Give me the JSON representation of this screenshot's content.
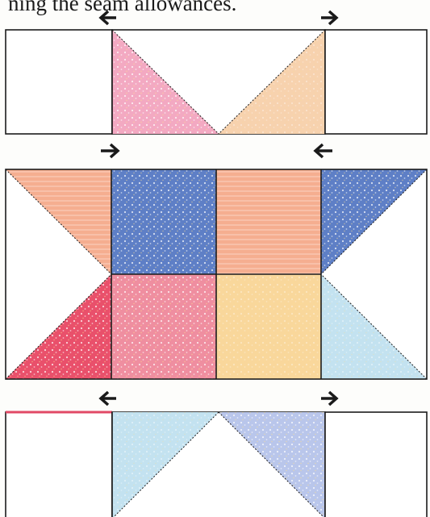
{
  "caption": "ning the seam allowances.",
  "arrow_glyphs": {
    "left": "left-arrow",
    "right": "right-arrow"
  },
  "colors": {
    "outline": "#1c1c1c",
    "pink": "#f3a9c2",
    "peach": "#f7d2ae",
    "salmon": "#f5ae90",
    "blue": "#5e7fc6",
    "red_pink": "#e9506b",
    "rose": "#ef8ea0",
    "yellow": "#f9d79b",
    "light_blue": "#c3e2f0",
    "periwinkle": "#b9c6eb"
  },
  "rows": [
    {
      "name": "top-row",
      "arrows": [
        "left",
        "right"
      ],
      "units": [
        "plain",
        "flying-geese",
        "plain"
      ]
    },
    {
      "name": "middle-row",
      "arrows": [
        "right",
        "left"
      ],
      "units": [
        "hst-stack",
        "squares-stack",
        "hst-stack"
      ]
    },
    {
      "name": "bottom-row",
      "arrows": [
        "left",
        "right"
      ],
      "units": [
        "plain",
        "flying-geese",
        "plain"
      ]
    }
  ]
}
